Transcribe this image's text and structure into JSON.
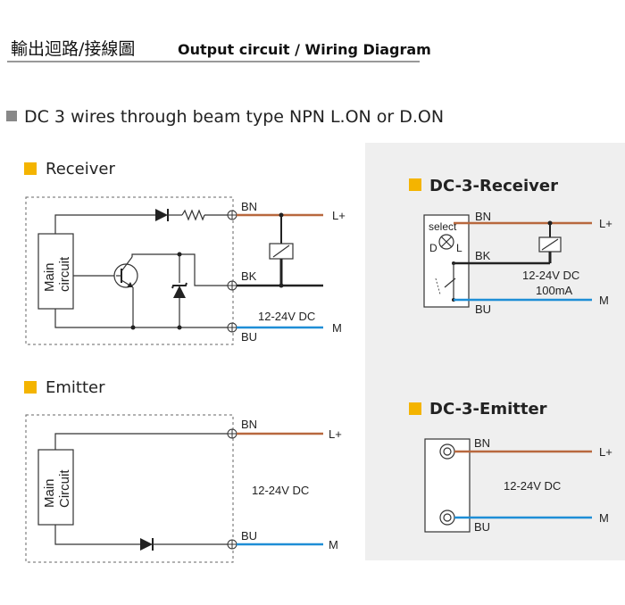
{
  "header": {
    "title_zh": "輸出迴路/接線圖",
    "title_en": "Output circuit / Wiring Diagram"
  },
  "subtitle": "DC 3 wires through beam type NPN L.ON or D.ON",
  "colors": {
    "accent_square": "#f4b400",
    "grey_square": "#888888",
    "brown_wire": "#b8683e",
    "blue_wire": "#1e8ed6",
    "black_wire": "#222222",
    "panel_bg": "#efefef"
  },
  "receiver": {
    "title": "Receiver",
    "main_circuit": [
      "Main",
      "circuit"
    ],
    "bn": "BN",
    "bk": "BK",
    "bu": "BU",
    "lplus": "L+",
    "m": "M",
    "voltage": "12-24V DC"
  },
  "emitter": {
    "title": "Emitter",
    "main_circuit": [
      "Main",
      "Circuit"
    ],
    "bn": "BN",
    "bu": "BU",
    "lplus": "L+",
    "m": "M",
    "voltage": "12-24V DC"
  },
  "dc3_receiver": {
    "title": "DC-3-Receiver",
    "select": "select",
    "d": "D",
    "l": "L",
    "bn": "BN",
    "bk": "BK",
    "bu": "BU",
    "lplus": "L+",
    "m": "M",
    "voltage": "12-24V DC",
    "current": "100mA"
  },
  "dc3_emitter": {
    "title": "DC-3-Emitter",
    "bn": "BN",
    "bu": "BU",
    "lplus": "L+",
    "m": "M",
    "voltage": "12-24V DC"
  }
}
